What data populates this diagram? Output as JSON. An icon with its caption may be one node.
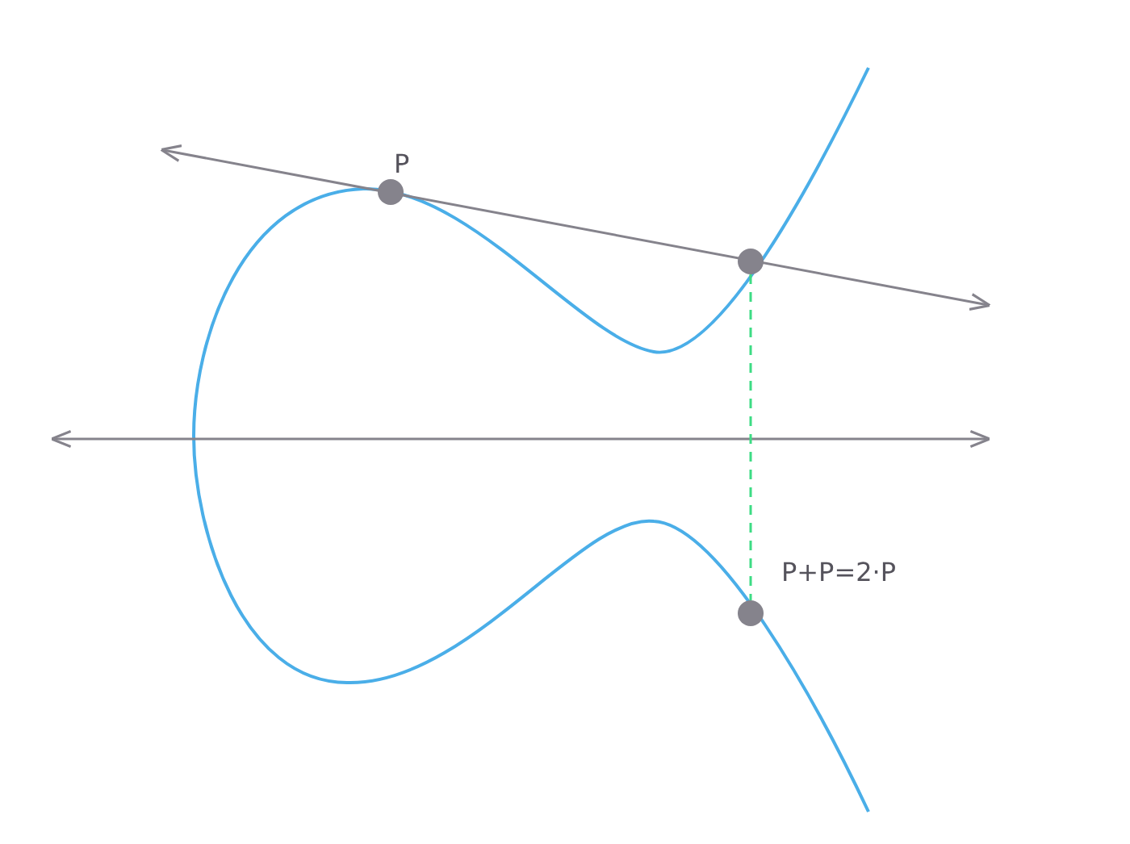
{
  "diagram": {
    "nodes": [
      {
        "text": [],
        "shape": "circle",
        "beside": [
          "P"
        ]
      },
      {
        "text": [],
        "shape": "circle"
      },
      {
        "text": [],
        "shape": "circle",
        "beside": [
          "P+P=2·P"
        ]
      }
    ],
    "edges": [
      {
        "from": 1,
        "to": 2,
        "arrow": "none",
        "style": "dashed",
        "color": "#3ddc84"
      }
    ]
  }
}
